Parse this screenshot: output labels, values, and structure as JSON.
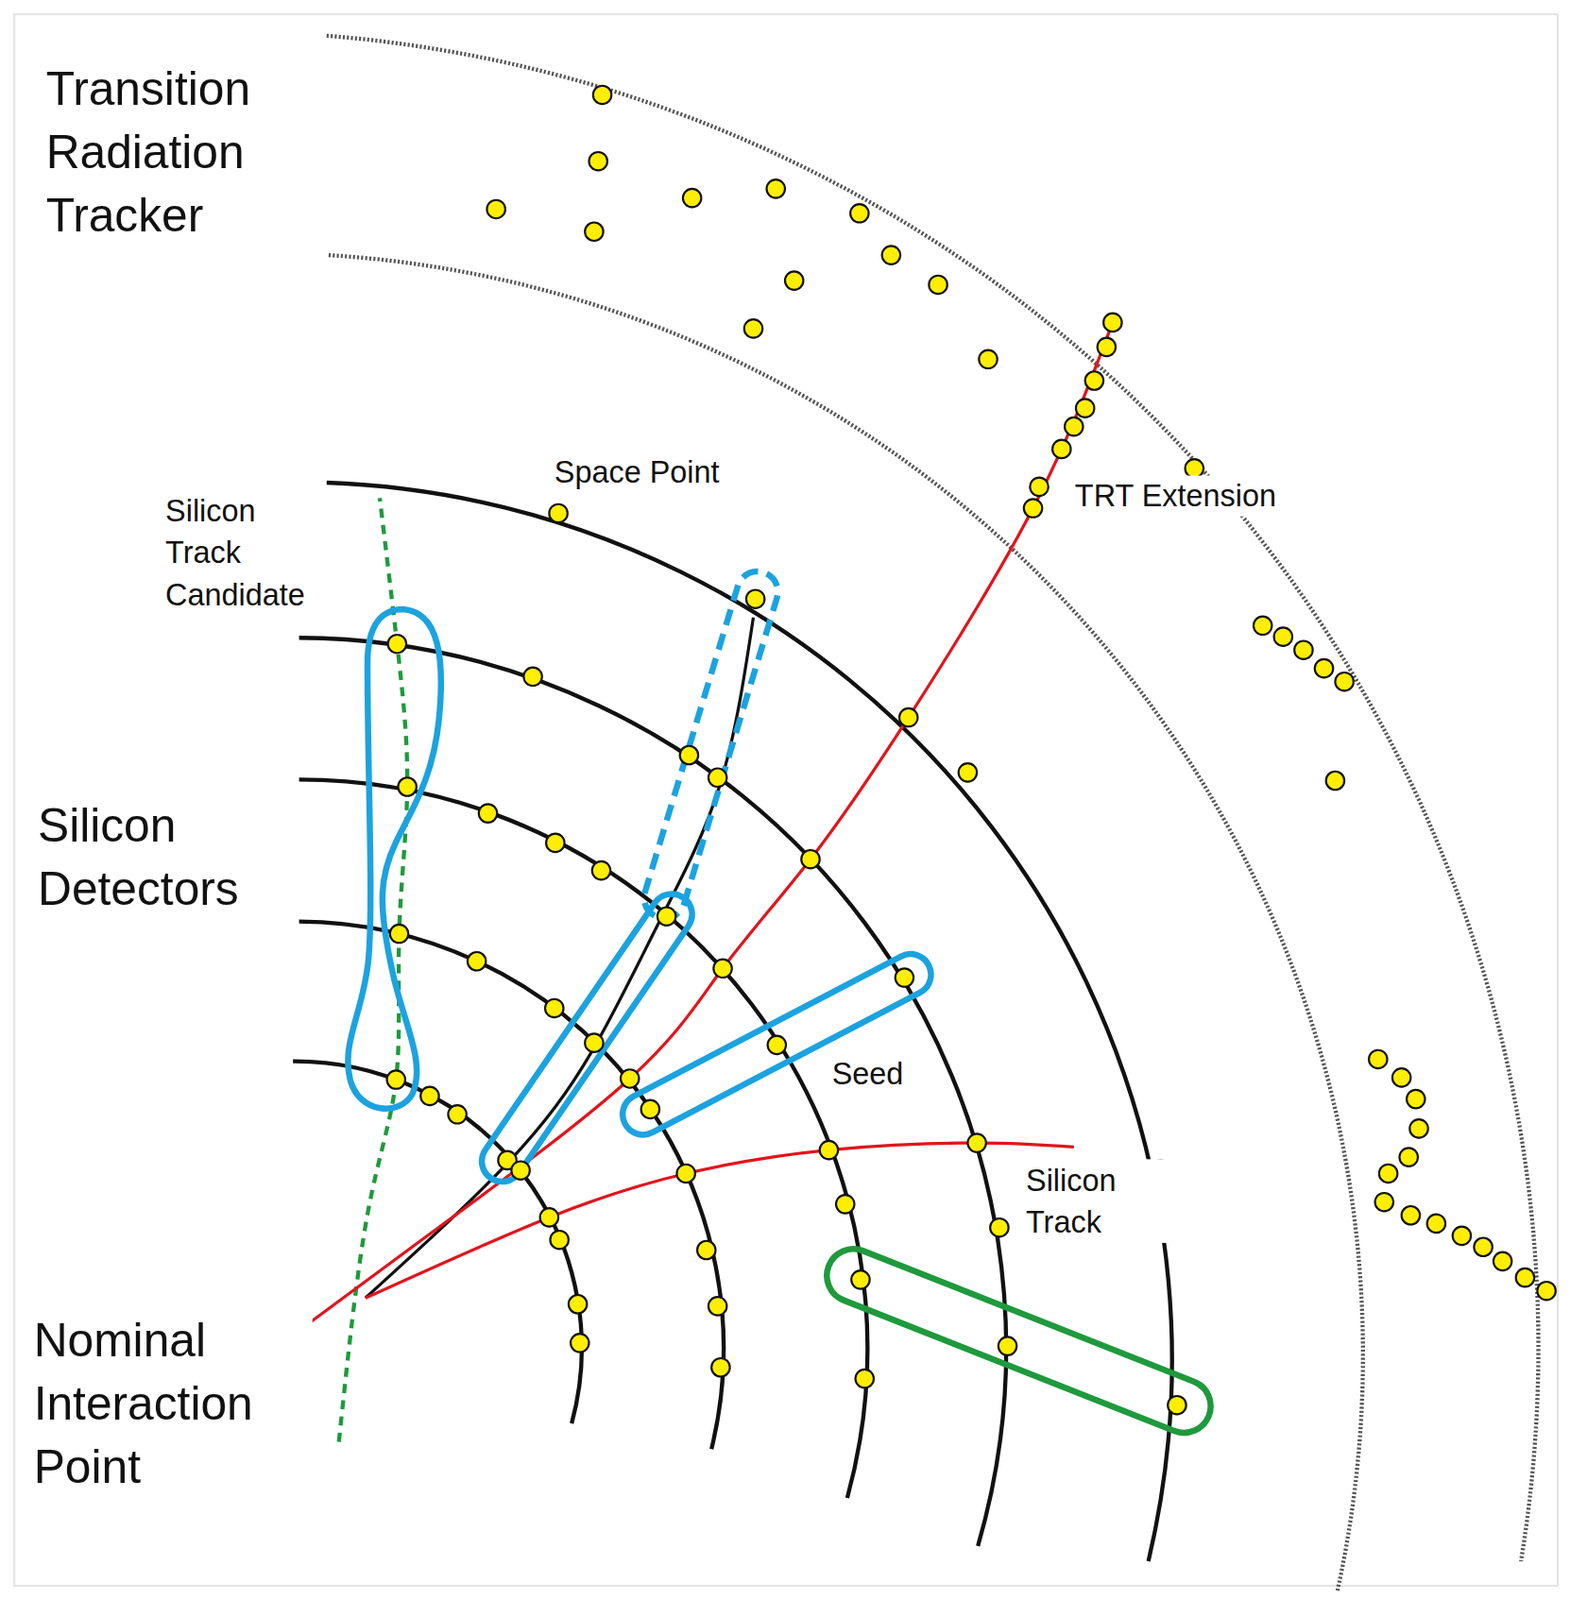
{
  "diagram": {
    "labels": [
      "Transition Radiation Tracker",
      "Silicon Detectors",
      "Nominal Interaction Point",
      "Space Point",
      "Silicon Track Candidate",
      "TRT Extension",
      "Seed",
      "Silicon Track"
    ]
  }
}
